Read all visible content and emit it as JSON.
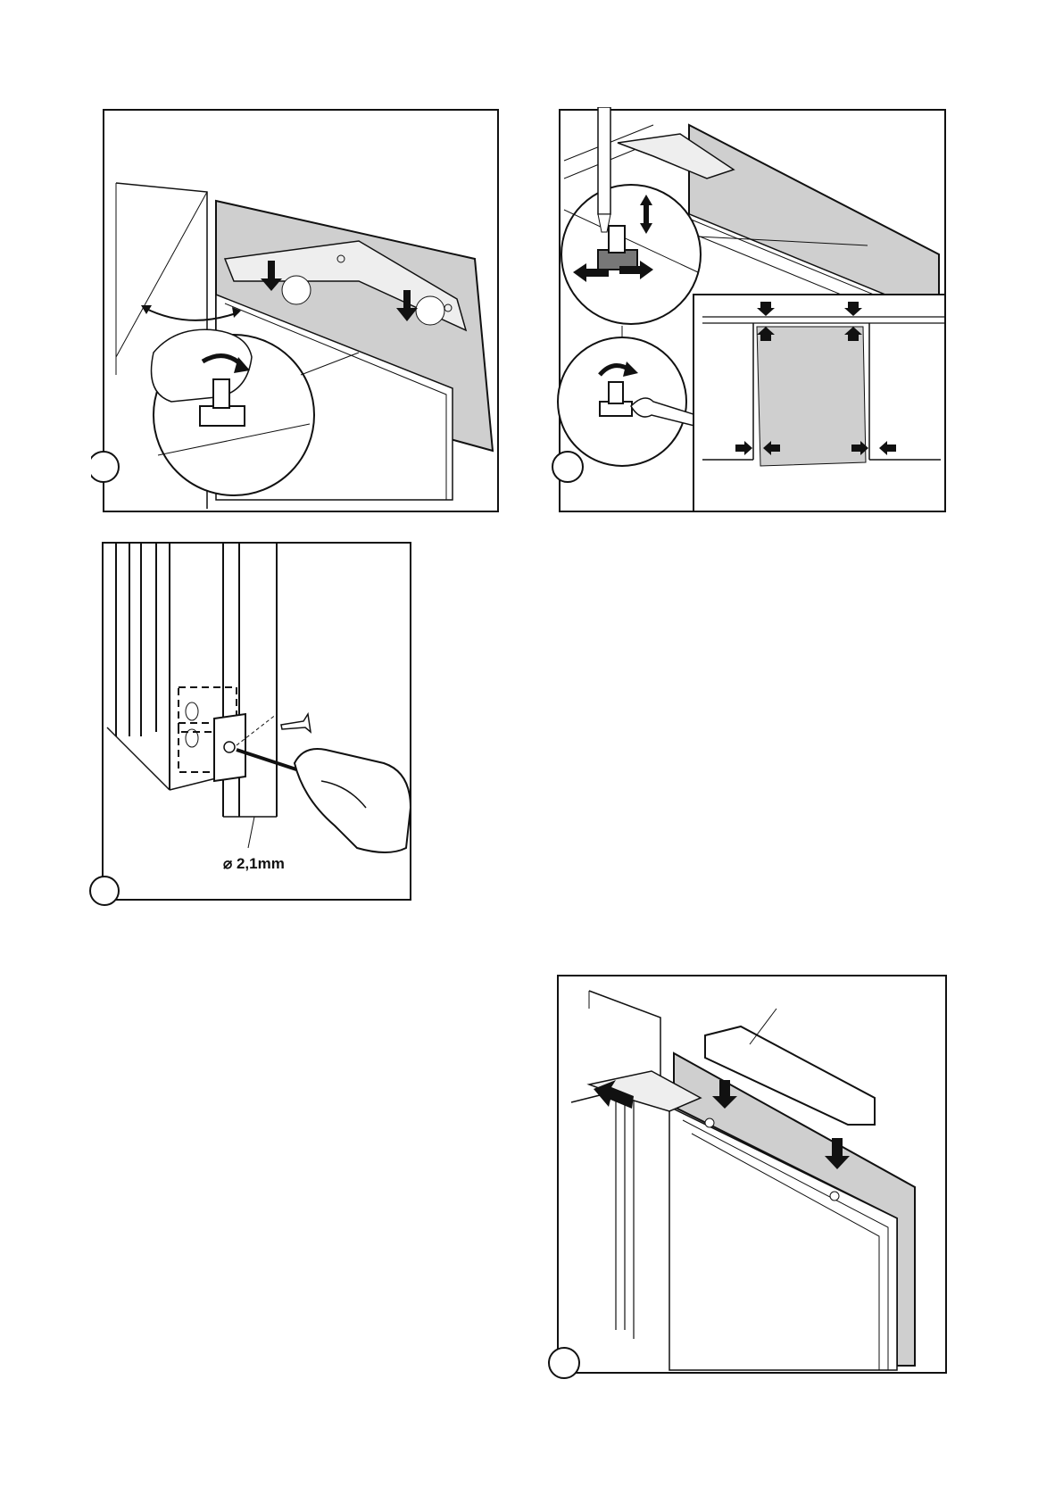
{
  "figures": [
    {
      "id": "fig-a",
      "step_number": ""
    },
    {
      "id": "fig-b",
      "step_number": ""
    },
    {
      "id": "fig-c",
      "step_number": "",
      "drill_label": "⌀ 2,1mm"
    },
    {
      "id": "fig-d",
      "step_number": ""
    }
  ],
  "colors": {
    "line": "#111111",
    "panel_grey": "#cfcfcf",
    "background": "#ffffff"
  }
}
